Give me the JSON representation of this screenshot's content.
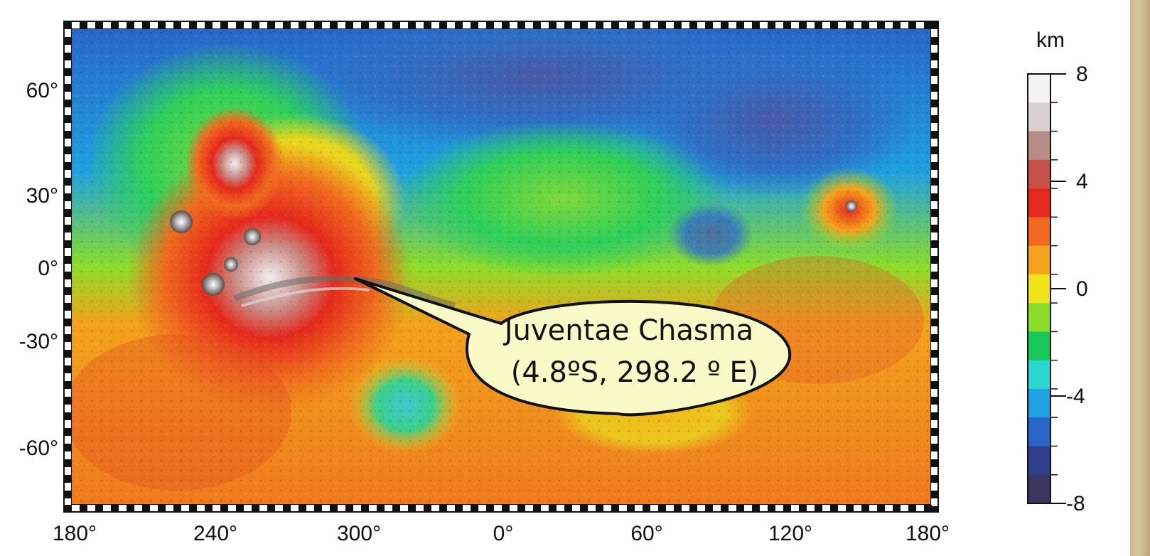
{
  "map": {
    "lon_ticks": [
      "180°",
      "240°",
      "300°",
      "0°",
      "60°",
      "120°",
      "180°"
    ],
    "lat_ticks": [
      "60°",
      "30°",
      "0°",
      "-30°",
      "-60°"
    ]
  },
  "callout": {
    "line1": "Juventae Chasma",
    "line2": "(4.8ºS, 298.2 º E)",
    "fill_color": "#fafac8",
    "lat": -4.8,
    "lon_east": 298.2
  },
  "colorbar": {
    "unit": "km",
    "ticks": [
      "8",
      "4",
      "0",
      "-4",
      "-8"
    ],
    "range": [
      -8,
      8
    ],
    "colors": [
      "#3c3560",
      "#2f3f8c",
      "#2a66c9",
      "#1fa0e0",
      "#2cd6d0",
      "#18c85a",
      "#8cdc2a",
      "#f2e21a",
      "#f6a21c",
      "#ef6a1e",
      "#e42a1e",
      "#c8504a",
      "#b88c86",
      "#d6d2d0",
      "#f4f4f4"
    ]
  }
}
